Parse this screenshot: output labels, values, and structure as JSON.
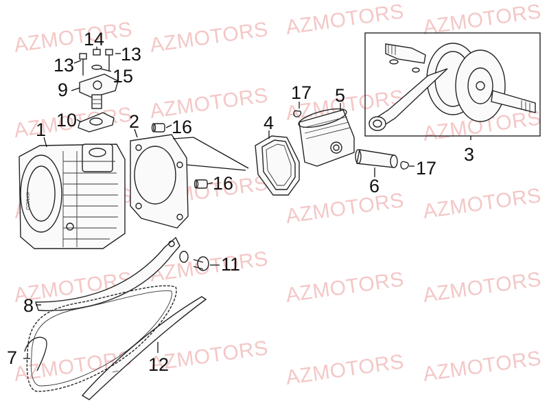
{
  "watermark": {
    "text": "AZMOTORS",
    "color": "#f4c7c7"
  },
  "brand_mark": "KYMCO",
  "callouts": {
    "c1": "1",
    "c2": "2",
    "c3": "3",
    "c4": "4",
    "c5": "5",
    "c6": "6",
    "c7": "7",
    "c8": "8",
    "c9": "9",
    "c10": "10",
    "c11": "11",
    "c12": "12",
    "c13a": "13",
    "c13b": "13",
    "c14": "14",
    "c15": "15",
    "c16a": "16",
    "c16b": "16",
    "c17a": "17",
    "c17b": "17"
  }
}
